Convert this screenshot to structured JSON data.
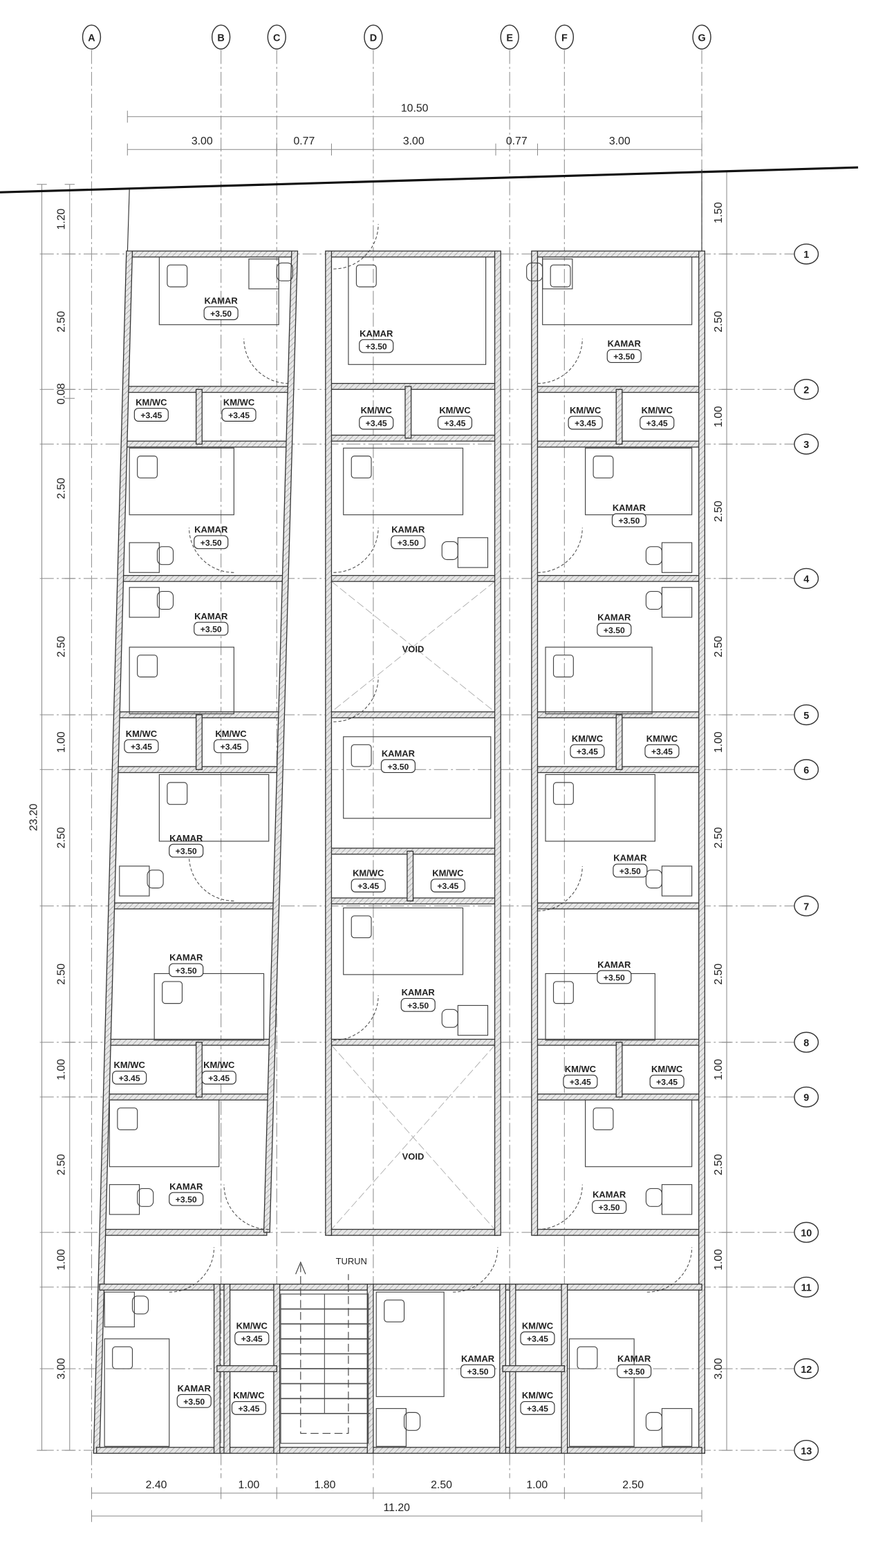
{
  "grid": {
    "columns": [
      "A",
      "B",
      "C",
      "D",
      "E",
      "F",
      "G"
    ],
    "rows": [
      "1",
      "2",
      "3",
      "4",
      "5",
      "6",
      "7",
      "8",
      "9",
      "10",
      "11",
      "12",
      "13"
    ]
  },
  "dimensions": {
    "top_total": "10.50",
    "top_parts": [
      "3.00",
      "0.77",
      "3.00",
      "0.77",
      "3.00"
    ],
    "bottom_parts": [
      "2.40",
      "1.00",
      "1.80",
      "2.50",
      "1.00",
      "2.50"
    ],
    "bottom_total": "11.20",
    "left_parts": [
      "1.20",
      "2.50",
      "0.08",
      "2.50",
      "2.50",
      "1.00",
      "2.50",
      "2.50",
      "1.00",
      "2.50",
      "1.00",
      "3.00"
    ],
    "left_total": "23.20",
    "right_parts": [
      "1.50",
      "2.50",
      "1.00",
      "2.50",
      "2.50",
      "1.00",
      "2.50",
      "2.50",
      "1.00",
      "2.50",
      "1.00",
      "3.00"
    ]
  },
  "rooms": [
    {
      "name": "KAMAR",
      "elev": "+3.50"
    },
    {
      "name": "KM/WC",
      "elev": "+3.45"
    },
    {
      "name": "KM/WC",
      "elev": "+3.45"
    },
    {
      "name": "KAMAR",
      "elev": "+3.50"
    },
    {
      "name": "KAMAR",
      "elev": "+3.50"
    },
    {
      "name": "KM/WC",
      "elev": "+3.45"
    },
    {
      "name": "KM/WC",
      "elev": "+3.45"
    },
    {
      "name": "KAMAR",
      "elev": "+3.50"
    },
    {
      "name": "KAMAR",
      "elev": "+3.50"
    },
    {
      "name": "KM/WC",
      "elev": "+3.45"
    },
    {
      "name": "KM/WC",
      "elev": "+3.45"
    },
    {
      "name": "KAMAR",
      "elev": "+3.50"
    },
    {
      "name": "KAMAR",
      "elev": "+3.50"
    },
    {
      "name": "KM/WC",
      "elev": "+3.45"
    },
    {
      "name": "KM/WC",
      "elev": "+3.45"
    },
    {
      "name": "KAMAR",
      "elev": "+3.50"
    },
    {
      "name": "VOID",
      "elev": ""
    },
    {
      "name": "KAMAR",
      "elev": "+3.50"
    },
    {
      "name": "KM/WC",
      "elev": "+3.45"
    },
    {
      "name": "KM/WC",
      "elev": "+3.45"
    },
    {
      "name": "KAMAR",
      "elev": "+3.50"
    },
    {
      "name": "VOID",
      "elev": ""
    },
    {
      "name": "KAMAR",
      "elev": "+3.50"
    },
    {
      "name": "KM/WC",
      "elev": "+3.45"
    },
    {
      "name": "KM/WC",
      "elev": "+3.45"
    },
    {
      "name": "KAMAR",
      "elev": "+3.50"
    },
    {
      "name": "KAMAR",
      "elev": "+3.50"
    },
    {
      "name": "KM/WC",
      "elev": "+3.45"
    },
    {
      "name": "KM/WC",
      "elev": "+3.45"
    },
    {
      "name": "KAMAR",
      "elev": "+3.50"
    },
    {
      "name": "KAMAR",
      "elev": "+3.50"
    },
    {
      "name": "KM/WC",
      "elev": "+3.45"
    },
    {
      "name": "KM/WC",
      "elev": "+3.45"
    },
    {
      "name": "KAMAR",
      "elev": "+3.50"
    },
    {
      "name": "KM/WC",
      "elev": "+3.45"
    },
    {
      "name": "KAMAR",
      "elev": "+3.50"
    },
    {
      "name": "KM/WC",
      "elev": "+3.45"
    },
    {
      "name": "KAMAR",
      "elev": "+3.50"
    },
    {
      "name": "KM/WC",
      "elev": "+3.45"
    },
    {
      "name": "KM/WC",
      "elev": "+3.45"
    },
    {
      "name": "KAMAR",
      "elev": "+3.50"
    }
  ],
  "stair_label": "TURUN"
}
